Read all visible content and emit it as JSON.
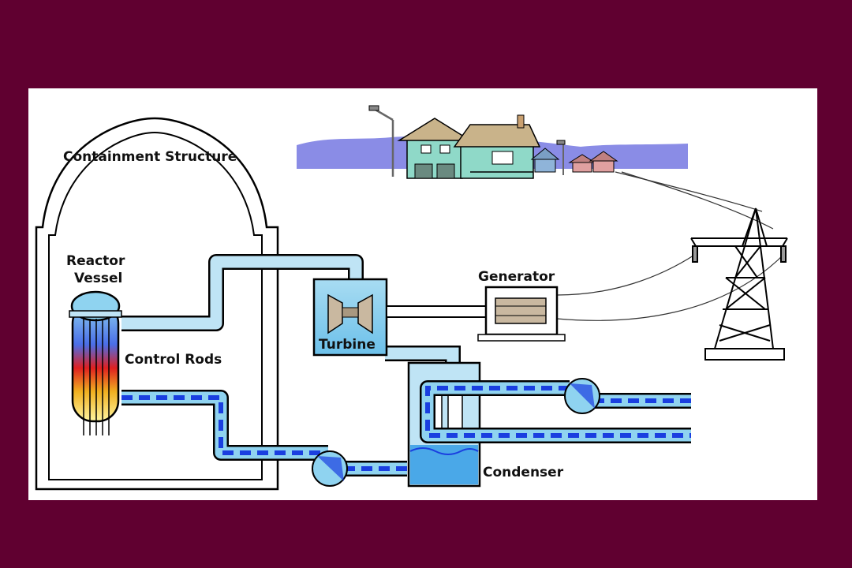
{
  "labels": {
    "containment": "Containment Structure",
    "reactor_line1": "Reactor",
    "reactor_line2": "Vessel",
    "control_rods": "Control Rods",
    "generator": "Generator",
    "turbine": "Turbine",
    "condenser": "Condenser"
  },
  "colors": {
    "background": "#600030",
    "panel": "#ffffff",
    "steam": "#bfe4f5",
    "water": "#1a3fe0",
    "water_light": "#8fd3f0",
    "hills": "#8a8ce6",
    "outline": "#000000"
  }
}
